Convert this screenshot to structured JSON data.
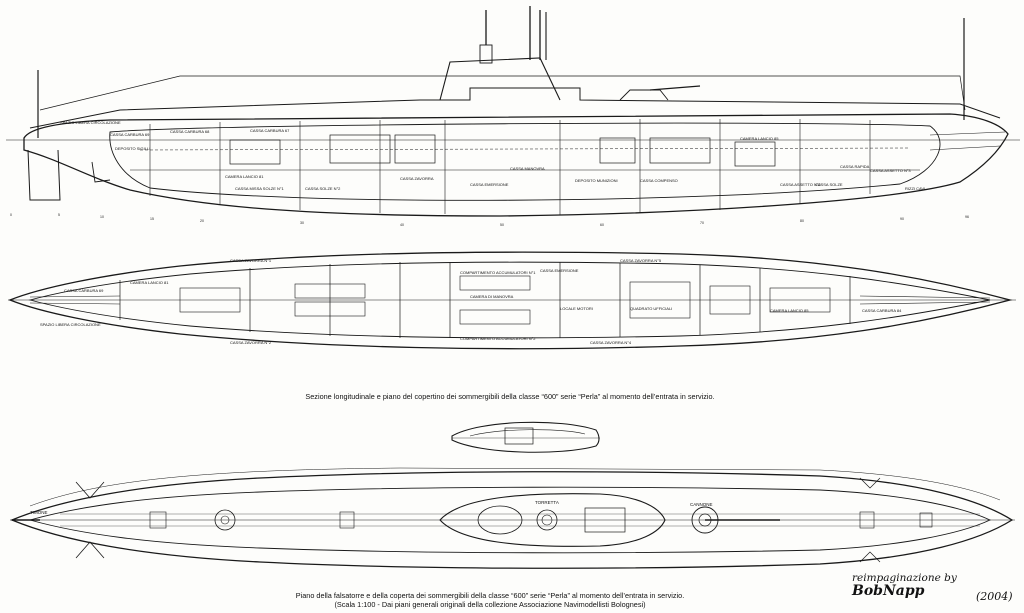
{
  "drawing": {
    "caption_top": "Sezione longitudinale e piano del copertino dei sommergibili della classe “600” serie “Perla” al momento dell’entrata in servizio.",
    "caption_bottom_line1": "Piano della falsatorre e della coperta dei sommergibili della classe “600” serie “Perla” al momento dell’entrata in servizio.",
    "caption_bottom_line2": "(Scala 1:100 - Dai piani generali originali della collezione Associazione Navimodellisti Bolognesi)",
    "signature_prefix": "reimpaginazione by",
    "signature_name": "BobNapp",
    "signature_year": "(2004)"
  },
  "labels": {
    "side": [
      "SPAZIO LIBERA CIRCOLAZIONE",
      "CASSA CARBURA 69",
      "CASSA CARBURA 68",
      "CASSA CARBURA 67",
      "DEPOSITO SIGILLI",
      "CAMERA LANCIO 81",
      "CASSA MISSA SOLZE N°1",
      "CASSA SOLZE N°2",
      "CASSA EMERSIONE",
      "CASSA ZAVORRA",
      "DEPOSITO MUNIZIONI",
      "CASSA COMPENSO",
      "CAMERA LANCIO 85",
      "CASSA MANOVRA",
      "CASSA SOLZE",
      "CASSA RAPIDA",
      "RIZZI CAVI",
      "CASSA ASSETTO N°2",
      "CASSA ASSETTO N°3"
    ],
    "plan": [
      "CASSA CARBURA 69",
      "CAMERA LANCIO 81",
      "SPAZIO LIBERA CIRCOLAZIONE",
      "CASSA ZAVORRA N°1",
      "COMPARTIMENTO ACCUMULATORI N°1",
      "CASSA EMERSIONE",
      "COMPARTIMENTO ACCUMULATORI N°2",
      "CAMERA DI MANOVRA",
      "CASSA ZAVORRA N°4",
      "LOCALE MOTORI",
      "CAMERA LANCIO 85",
      "CASSA CARBURA 84",
      "QUADRATO UFFICIALI",
      "CASSA ZAVORRA N°2",
      "CASSA ZAVORRA N°5"
    ],
    "deck": [
      "TORRETTA",
      "TIMONE",
      "CANNONE"
    ]
  }
}
